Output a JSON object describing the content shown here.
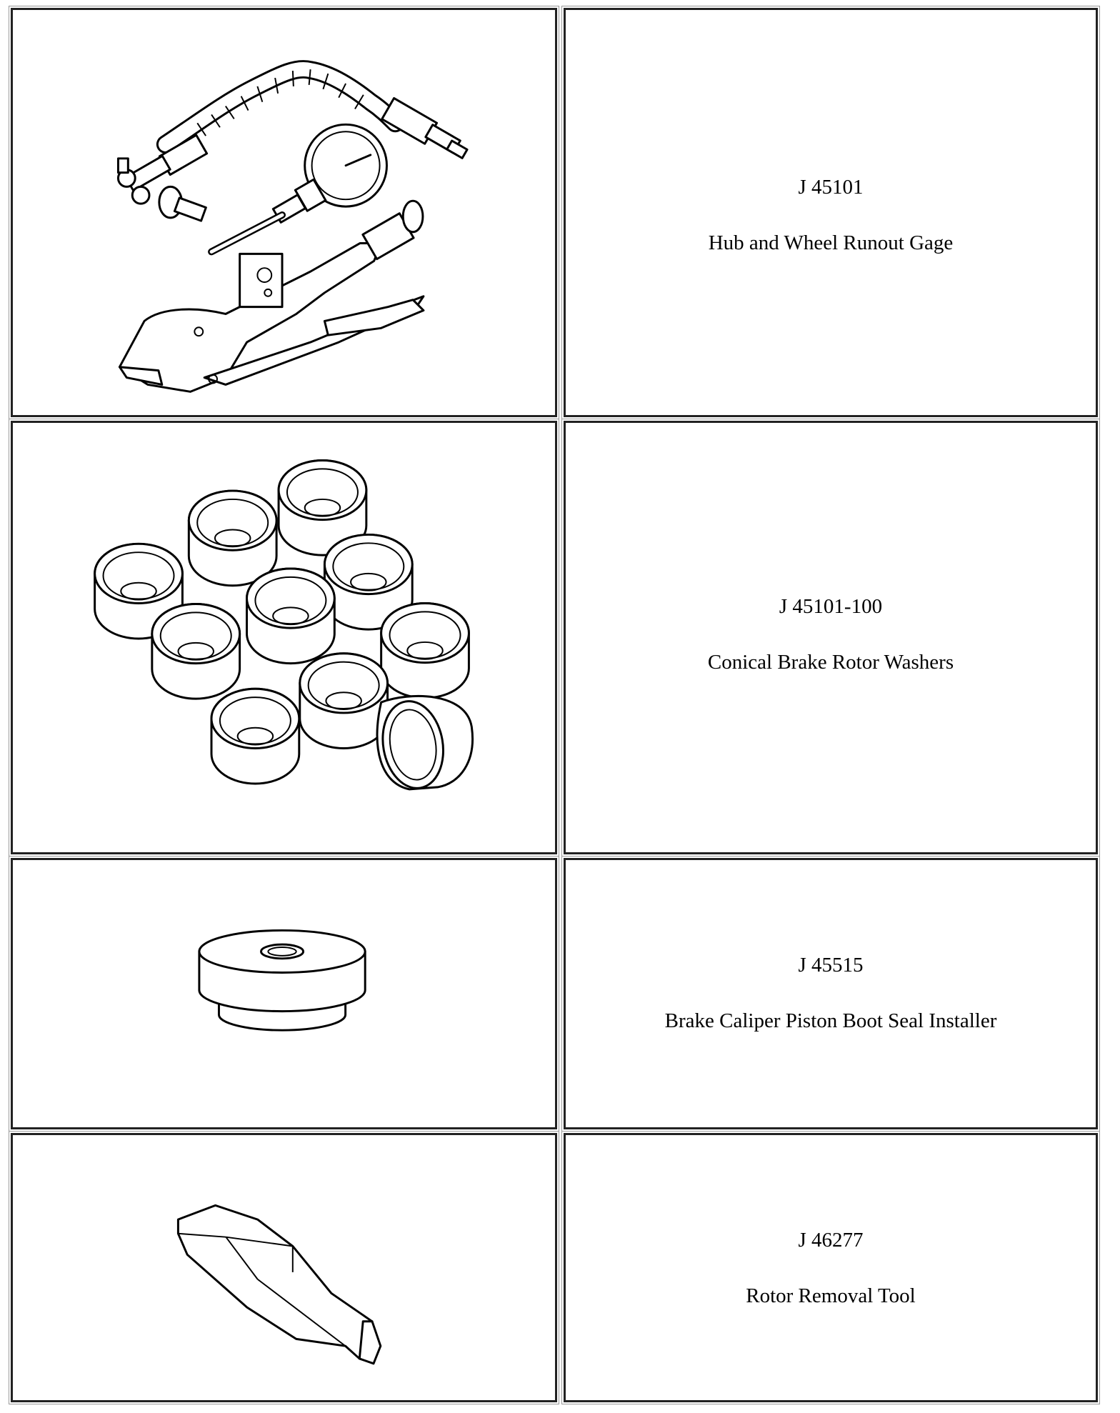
{
  "tools": [
    {
      "number": "J 45101",
      "name": "Hub and Wheel Runout Gage",
      "icon": "runout-gage-illustration"
    },
    {
      "number": "J 45101-100",
      "name": "Conical Brake Rotor Washers",
      "icon": "rotor-washers-illustration"
    },
    {
      "number": "J 45515",
      "name": "Brake Caliper Piston Boot Seal Installer",
      "icon": "seal-installer-illustration"
    },
    {
      "number": "J 46277",
      "name": "Rotor Removal Tool",
      "icon": "rotor-removal-tool-illustration"
    }
  ]
}
